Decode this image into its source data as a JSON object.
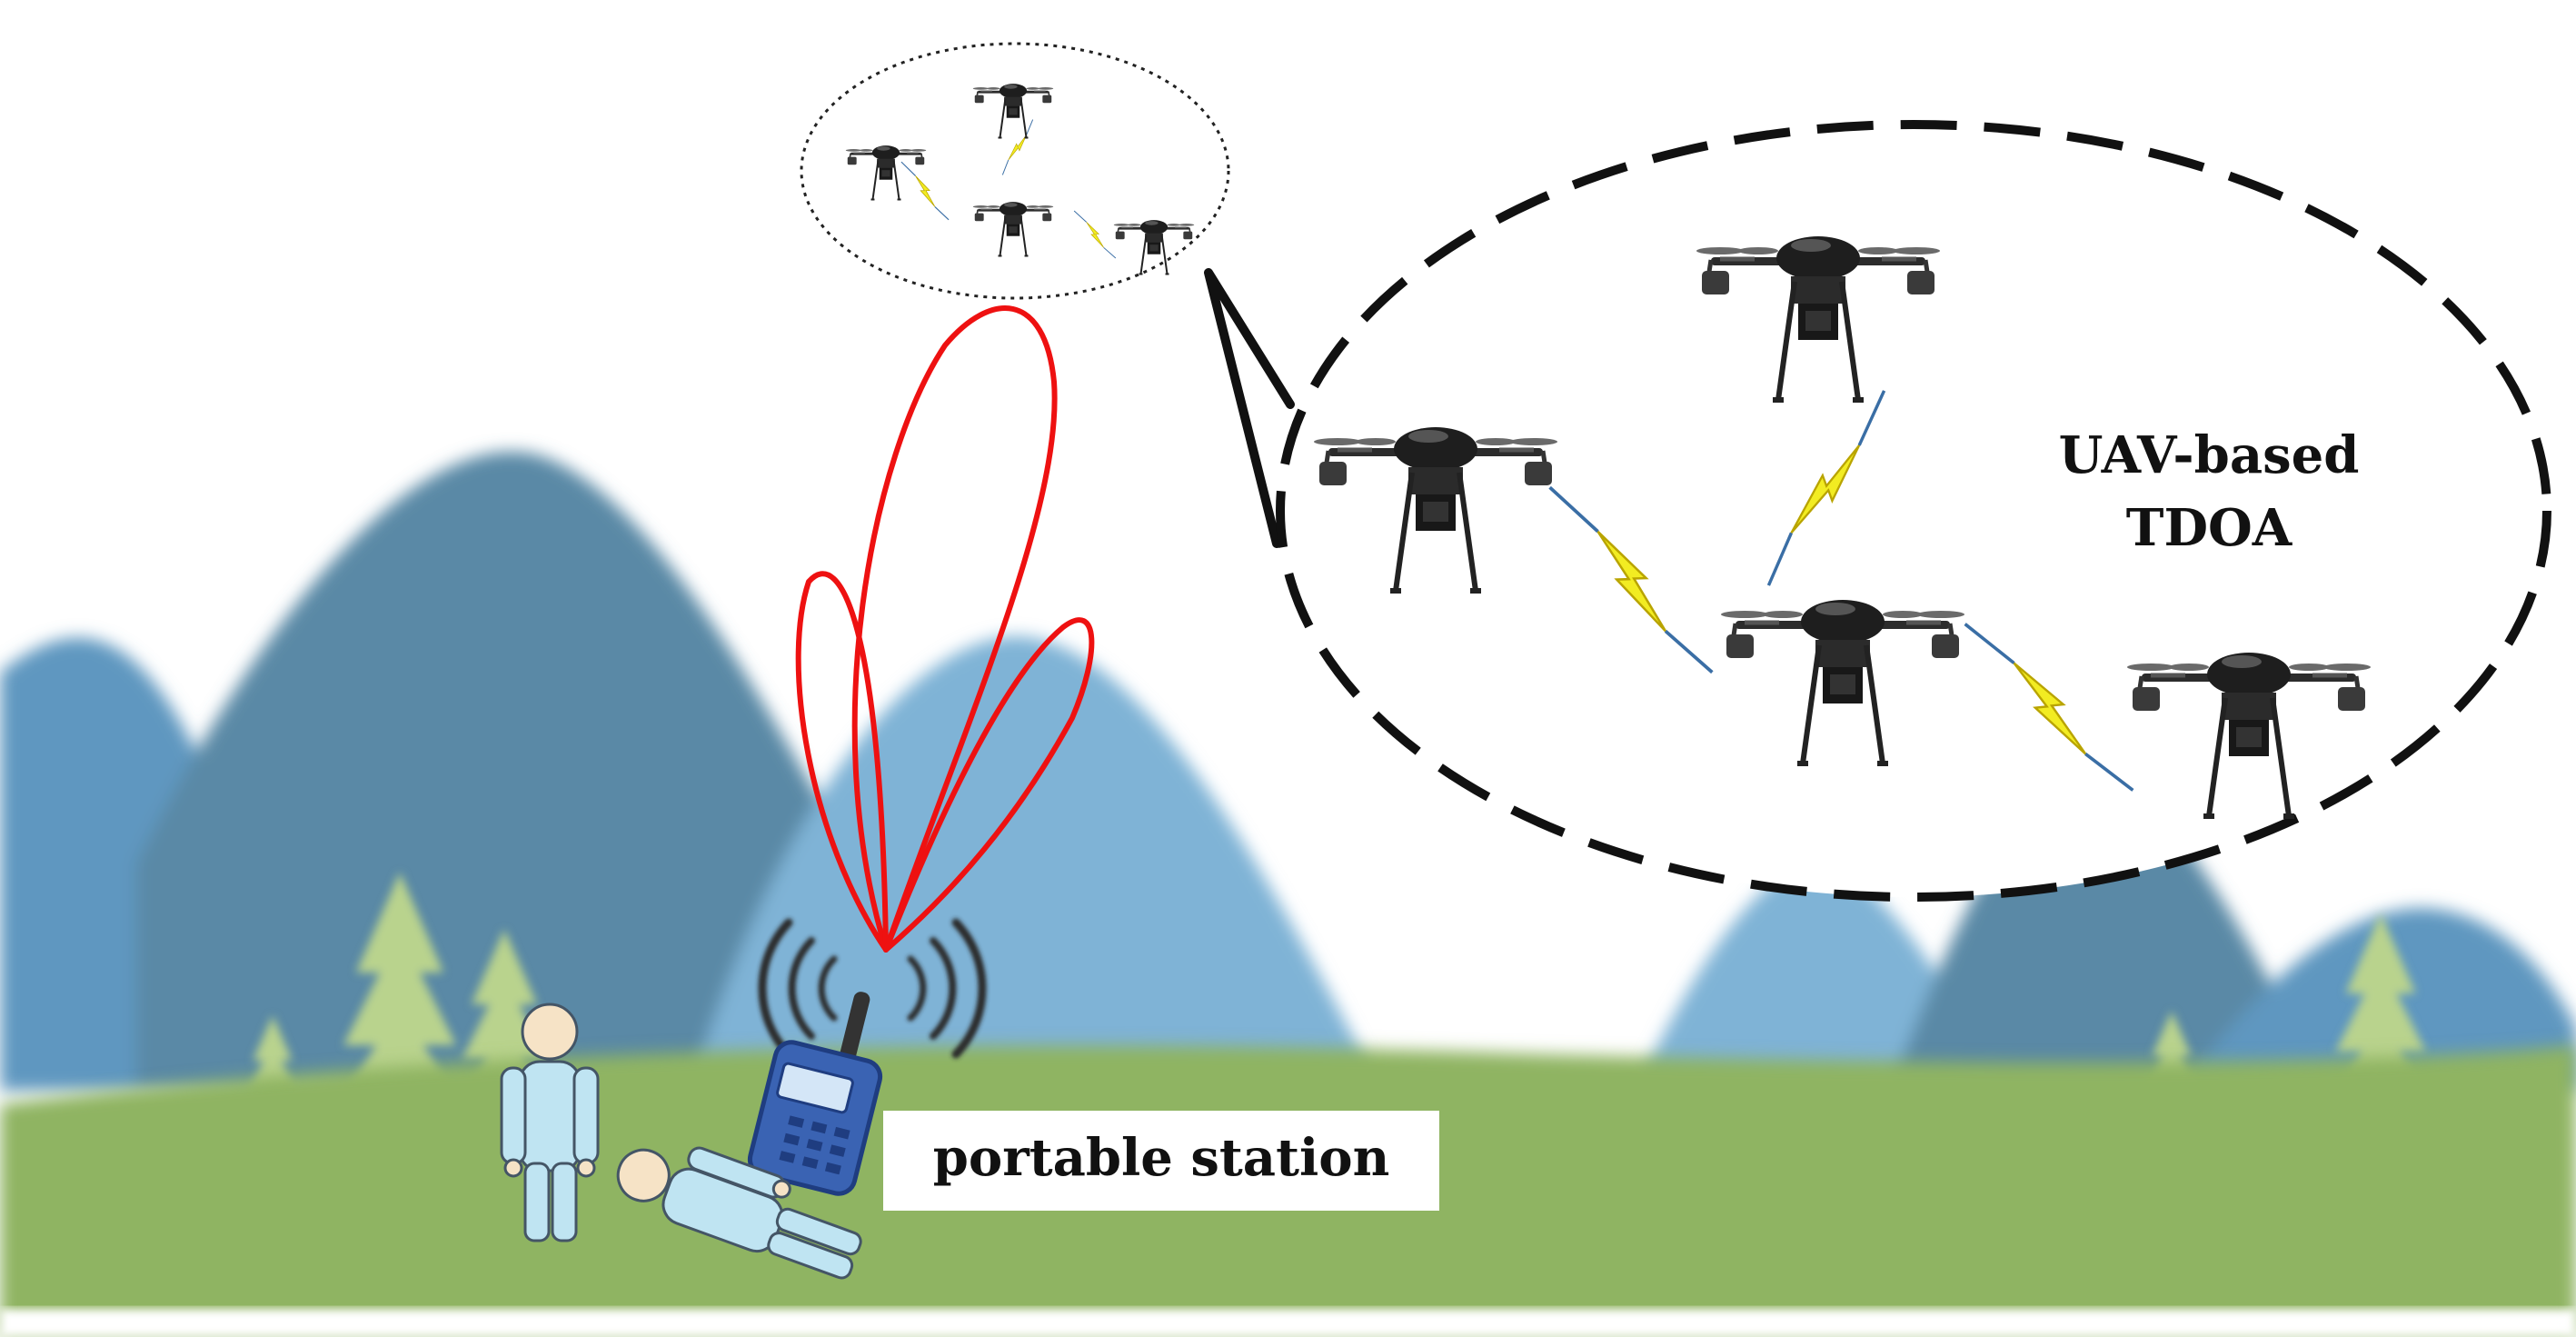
{
  "labels": {
    "station": "portable station",
    "tdoa_line1": "UAV-based",
    "tdoa_line2": "TDOA"
  },
  "icons": {
    "drone": "quadcopter-drone-icon",
    "radio": "walkie-talkie-icon",
    "person": "person-icon",
    "tree": "pine-tree-icon",
    "link": "lightning-link-icon"
  },
  "colors": {
    "sky": "#ffffff",
    "mountain_dark": "#5a89a6",
    "mountain_mid": "#5e97c0",
    "mountain_light": "#7fb3d6",
    "ground": "#8fb462",
    "tree": "#b9d38d",
    "beam": "#ee1111",
    "lightning": "#f2ec22",
    "radio": "#3a63b3",
    "person": "#bfe4f2"
  }
}
